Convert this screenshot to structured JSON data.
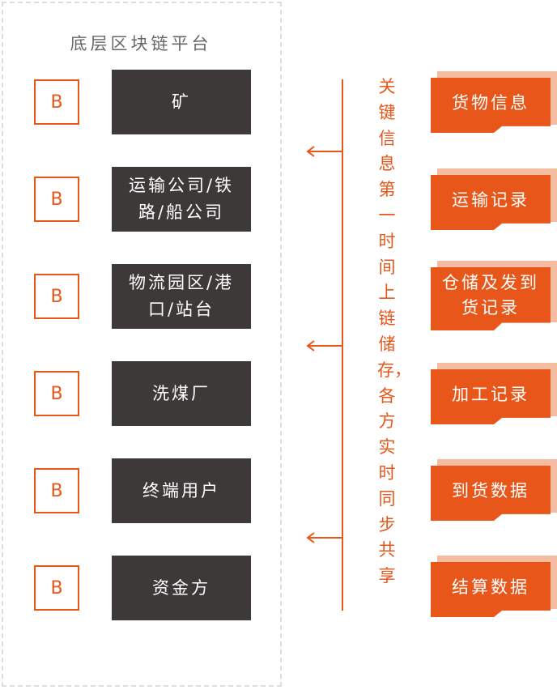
{
  "platform": {
    "title": "底层区块链平台",
    "badge": "B",
    "nodes": [
      "矿",
      "运输公司/铁路/船公司",
      "物流园区/港口/站台",
      "洗煤厂",
      "终端用户",
      "资金方"
    ]
  },
  "flow_text": "关键信息第一时间上链储存，各方实时同步共享",
  "tags": [
    "货物信息",
    "运输记录",
    "仓储及发到货记录",
    "加工记录",
    "到货数据",
    "结算数据"
  ],
  "colors": {
    "accent": "#e8561a",
    "accent_light": "#f6bca2",
    "node_bg": "#3d3938"
  }
}
